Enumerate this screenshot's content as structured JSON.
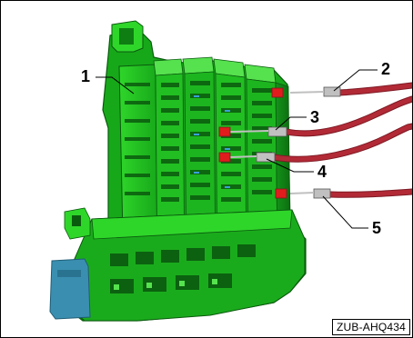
{
  "callouts": [
    {
      "id": "1",
      "label": "1"
    },
    {
      "id": "2",
      "label": "2"
    },
    {
      "id": "3",
      "label": "3"
    },
    {
      "id": "4",
      "label": "4"
    },
    {
      "id": "5",
      "label": "5"
    }
  ],
  "reference_code": "ZUB-AHQ434",
  "colors": {
    "housing_green": "#1fc21f",
    "housing_dark": "#0e7d12",
    "housing_light": "#56e24e",
    "slot_dark": "#0a5a0e",
    "wire_red": "#b22a36",
    "wire_dark": "#7e1a24",
    "connector_red": "#e01c1c",
    "crimp_grey": "#c0c0c0",
    "blue_connector": "#3a8fb0",
    "leader_line": "#000000"
  }
}
